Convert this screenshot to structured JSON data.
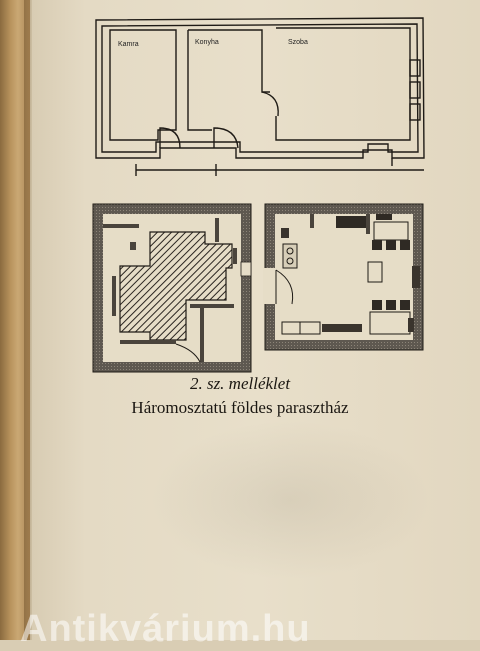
{
  "caption": {
    "number": "2. sz. melléklet",
    "title": "Háromosztatú földes parasztház"
  },
  "plan_top": {
    "rooms": [
      {
        "label": "Kamra"
      },
      {
        "label": "Konyha"
      },
      {
        "label": "Szoba"
      }
    ]
  },
  "watermark": {
    "text": "Antikvárium.hu"
  },
  "colors": {
    "paper": "#e8dfca",
    "ink": "#1b1712",
    "spine": "#b8935d"
  }
}
